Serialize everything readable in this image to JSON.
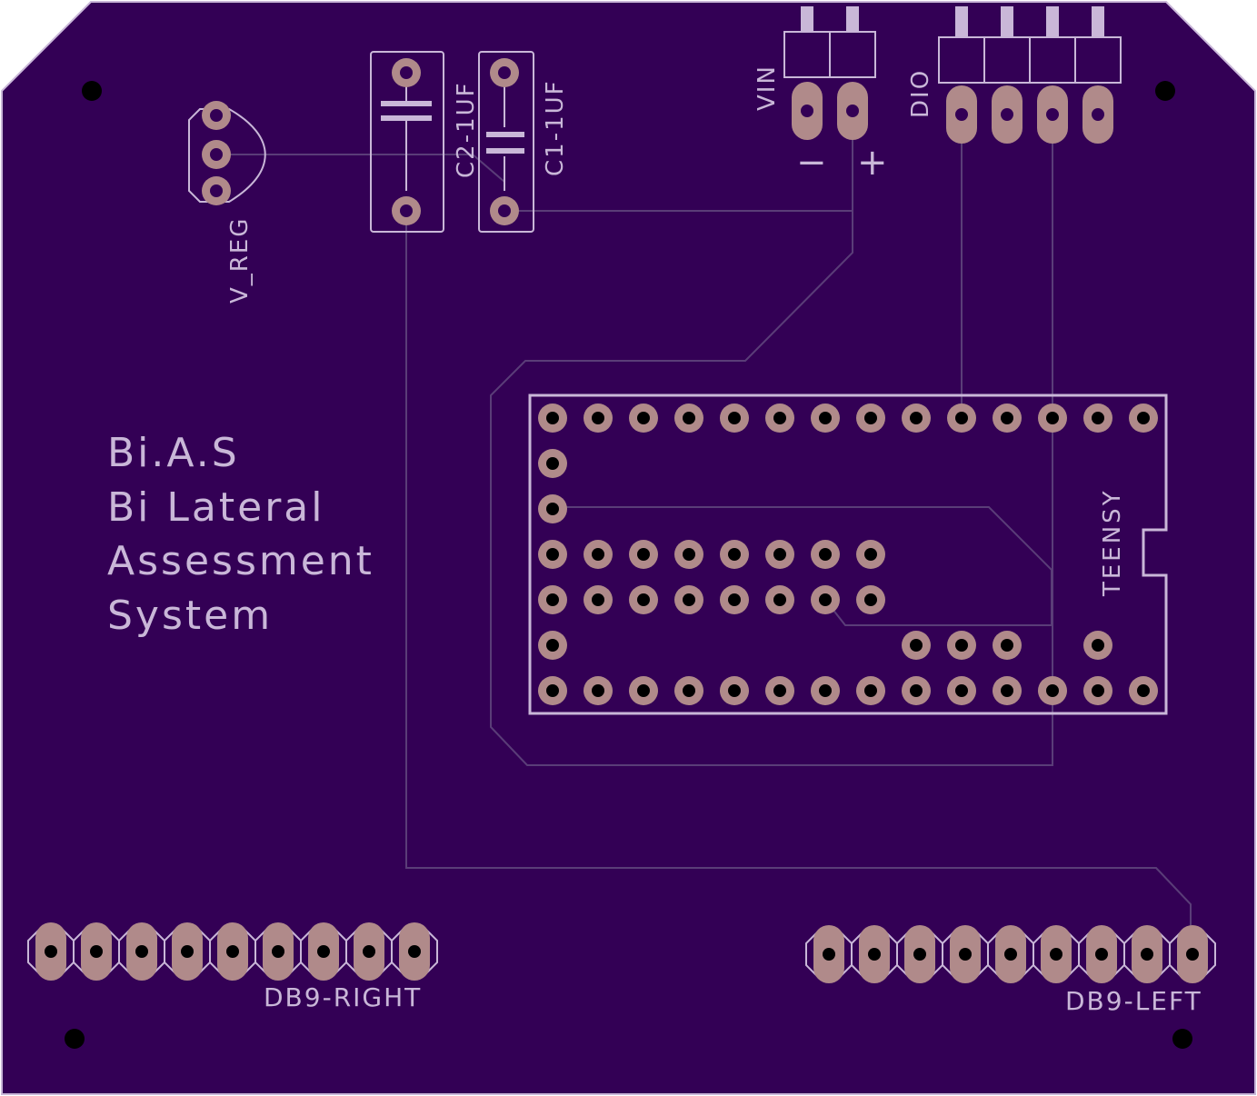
{
  "board": {
    "title_lines": [
      "Bi.A.S",
      "Bi Lateral",
      "Assessment",
      "System"
    ],
    "colors": {
      "board": "#330055",
      "silkscreen": "#c9b7d8",
      "pad": "#b08a8a",
      "pad_outline": "#c9b7d8",
      "trace": "#5a3d78",
      "hole": "#000000"
    }
  },
  "labels": {
    "v_reg": "V_REG",
    "c2": "C2-1UF",
    "c1": "C1-1UF",
    "vin": "VIN",
    "minus": "−",
    "plus": "+",
    "dio": "DIO",
    "teensy": "TEENSY",
    "db9_right": "DB9-RIGHT",
    "db9_left": "DB9-LEFT"
  },
  "components": {
    "db9_right_pins": 9,
    "db9_left_pins": 9,
    "vin_pins": 2,
    "dio_pins": 4,
    "v_reg_pins": 3
  }
}
